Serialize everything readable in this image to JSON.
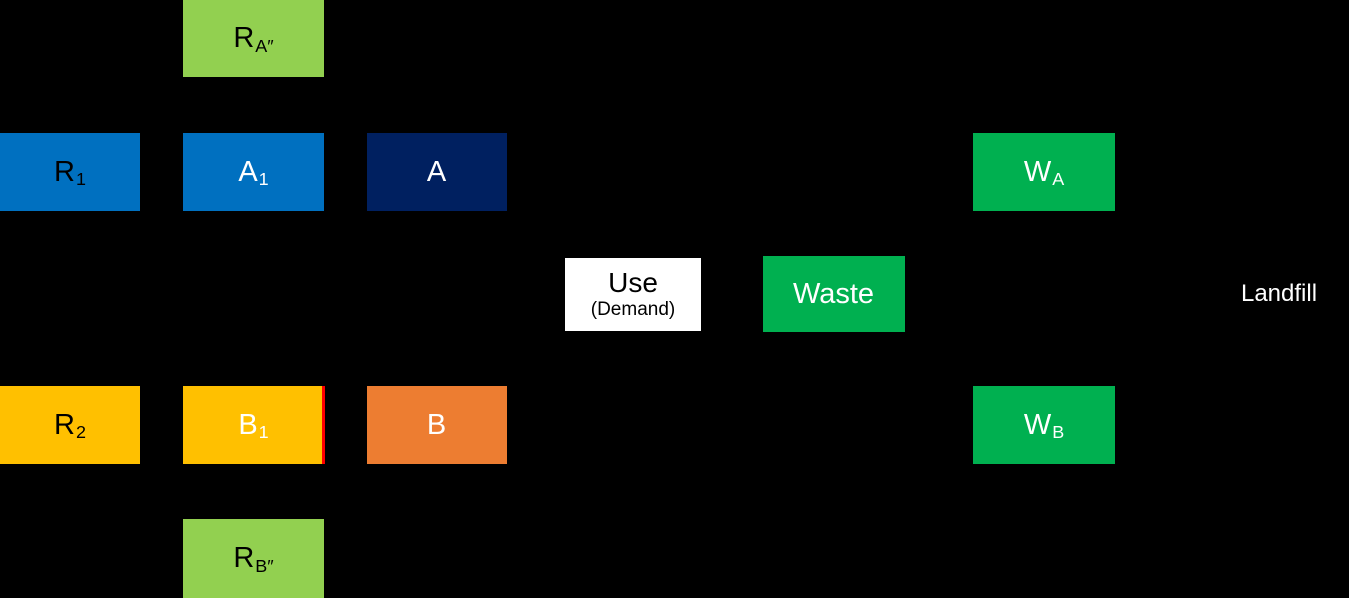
{
  "diagram": {
    "background": "#000000",
    "nodes": [
      {
        "id": "ra2",
        "label": "R",
        "sub": "A″",
        "bg": "#92D050",
        "text": "#000000"
      },
      {
        "id": "r1",
        "label": "R",
        "sub": "1",
        "bg": "#0070C0",
        "text": "#000000"
      },
      {
        "id": "a1",
        "label": "A",
        "sub": "1",
        "bg": "#0070C0",
        "text": "#FFFFFF"
      },
      {
        "id": "a",
        "label": "A",
        "sub": "",
        "bg": "#002060",
        "text": "#FFFFFF"
      },
      {
        "id": "wa",
        "label": "W",
        "sub": "A",
        "bg": "#00B050",
        "text": "#FFFFFF"
      },
      {
        "id": "use",
        "label": "Use",
        "sub": "(Demand)",
        "bg": "#FFFFFF",
        "text": "#000000"
      },
      {
        "id": "waste",
        "label": "Waste",
        "sub": "",
        "bg": "#00B050",
        "text": "#FFFFFF"
      },
      {
        "id": "r2",
        "label": "R",
        "sub": "2",
        "bg": "#FFC000",
        "text": "#000000"
      },
      {
        "id": "b1",
        "label": "B",
        "sub": "1",
        "bg": "#FFC000",
        "text": "#FFFFFF"
      },
      {
        "id": "b",
        "label": "B",
        "sub": "",
        "bg": "#ED7D31",
        "text": "#FFFFFF"
      },
      {
        "id": "wb",
        "label": "W",
        "sub": "B",
        "bg": "#00B050",
        "text": "#FFFFFF"
      },
      {
        "id": "rb2",
        "label": "R",
        "sub": "B″",
        "bg": "#92D050",
        "text": "#000000"
      }
    ],
    "landfill_label": "Landfill",
    "accents": {
      "red_line": "#FF0000",
      "connector": "#000000"
    },
    "connections": [
      {
        "from": "r1",
        "to": "a1"
      },
      {
        "from": "ra2",
        "to": "a1"
      },
      {
        "from": "a1",
        "to": "a"
      },
      {
        "from": "a",
        "to": "use"
      },
      {
        "from": "r2",
        "to": "b1"
      },
      {
        "from": "rb2",
        "to": "b1"
      },
      {
        "from": "b1",
        "to": "b"
      },
      {
        "from": "b",
        "to": "use"
      },
      {
        "from": "use",
        "to": "waste"
      },
      {
        "from": "waste",
        "to": "wa"
      },
      {
        "from": "waste",
        "to": "wb"
      },
      {
        "from": "wa",
        "to": "landfill"
      },
      {
        "from": "wb",
        "to": "landfill"
      },
      {
        "from": "wa",
        "to": "ra2"
      },
      {
        "from": "wb",
        "to": "rb2"
      }
    ]
  }
}
